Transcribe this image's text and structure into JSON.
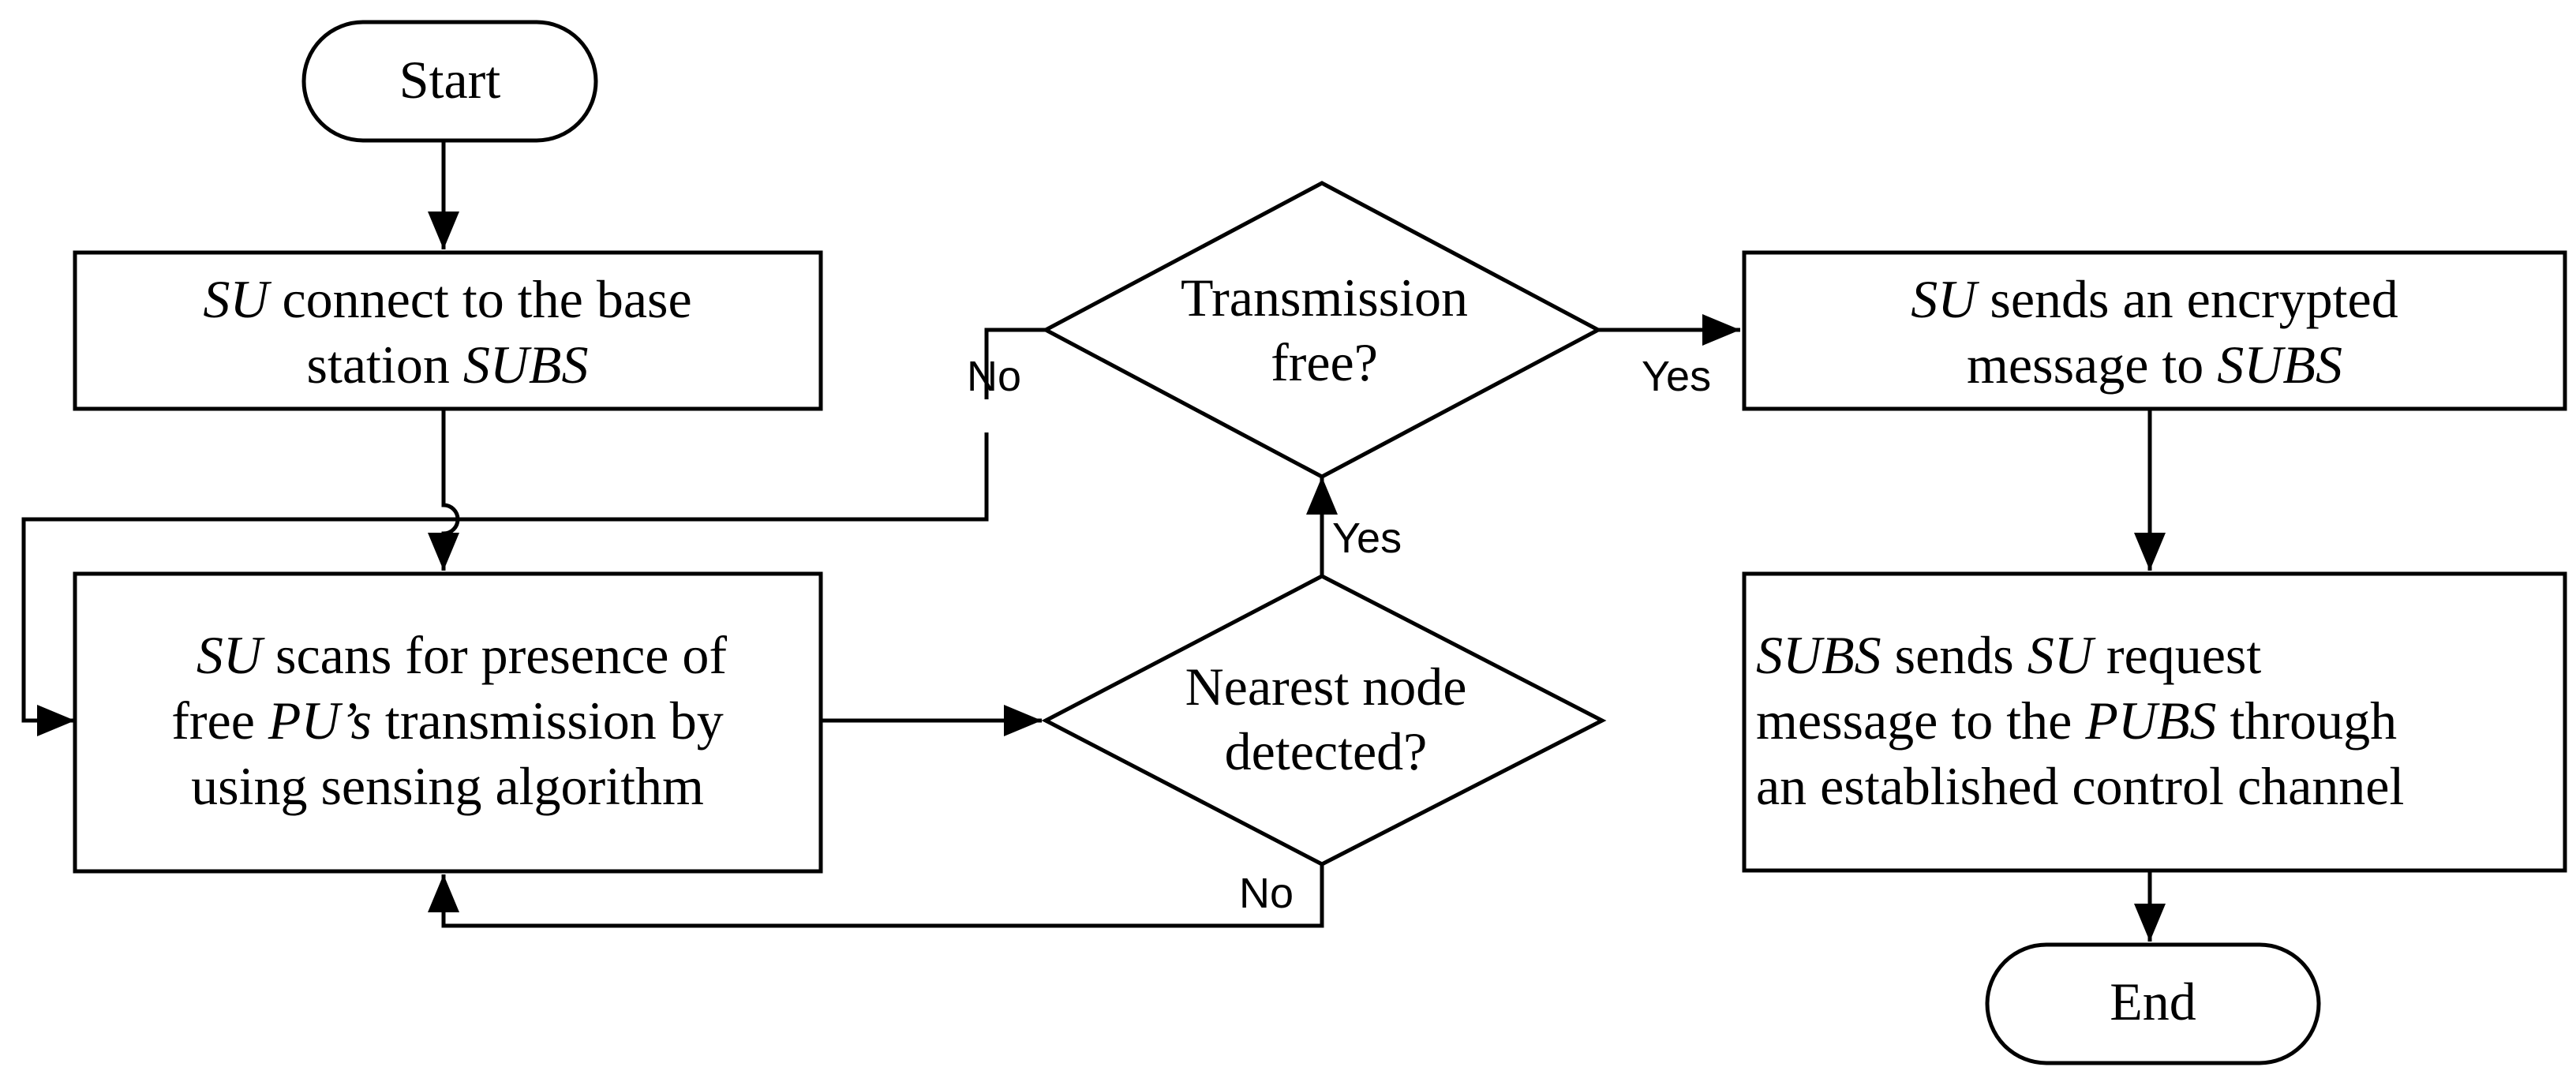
{
  "nodes": {
    "start": {
      "label": "Start"
    },
    "connect": {
      "line1": {
        "a": "SU",
        "b": " connect to the base"
      },
      "line2": {
        "a": "station ",
        "b": "SUBS"
      }
    },
    "scan": {
      "line1": {
        "a": "SU",
        "b": " scans for presence of"
      },
      "line2": {
        "a": "free ",
        "b": "PU’s",
        "c": " transmission by"
      },
      "line3": {
        "a": "using sensing algorithm"
      }
    },
    "nearest": {
      "line1": "Nearest node",
      "line2": "detected?"
    },
    "transmission": {
      "line1": "Transmission",
      "line2": "free?"
    },
    "send": {
      "line1": {
        "a": "SU",
        "b": " sends an encrypted"
      },
      "line2": {
        "a": "message to ",
        "b": "SUBS"
      }
    },
    "request": {
      "line1": {
        "a": "SUBS",
        "b": " sends ",
        "c": "SU",
        "d": " request"
      },
      "line2": {
        "a": "message to the ",
        "b": "PUBS",
        "c": " through"
      },
      "line3": {
        "a": "an established control channel"
      }
    },
    "end": {
      "label": "End"
    }
  },
  "edges": {
    "transmission_no": "No",
    "transmission_yes": "Yes",
    "nearest_yes": "Yes",
    "nearest_no": "No"
  }
}
